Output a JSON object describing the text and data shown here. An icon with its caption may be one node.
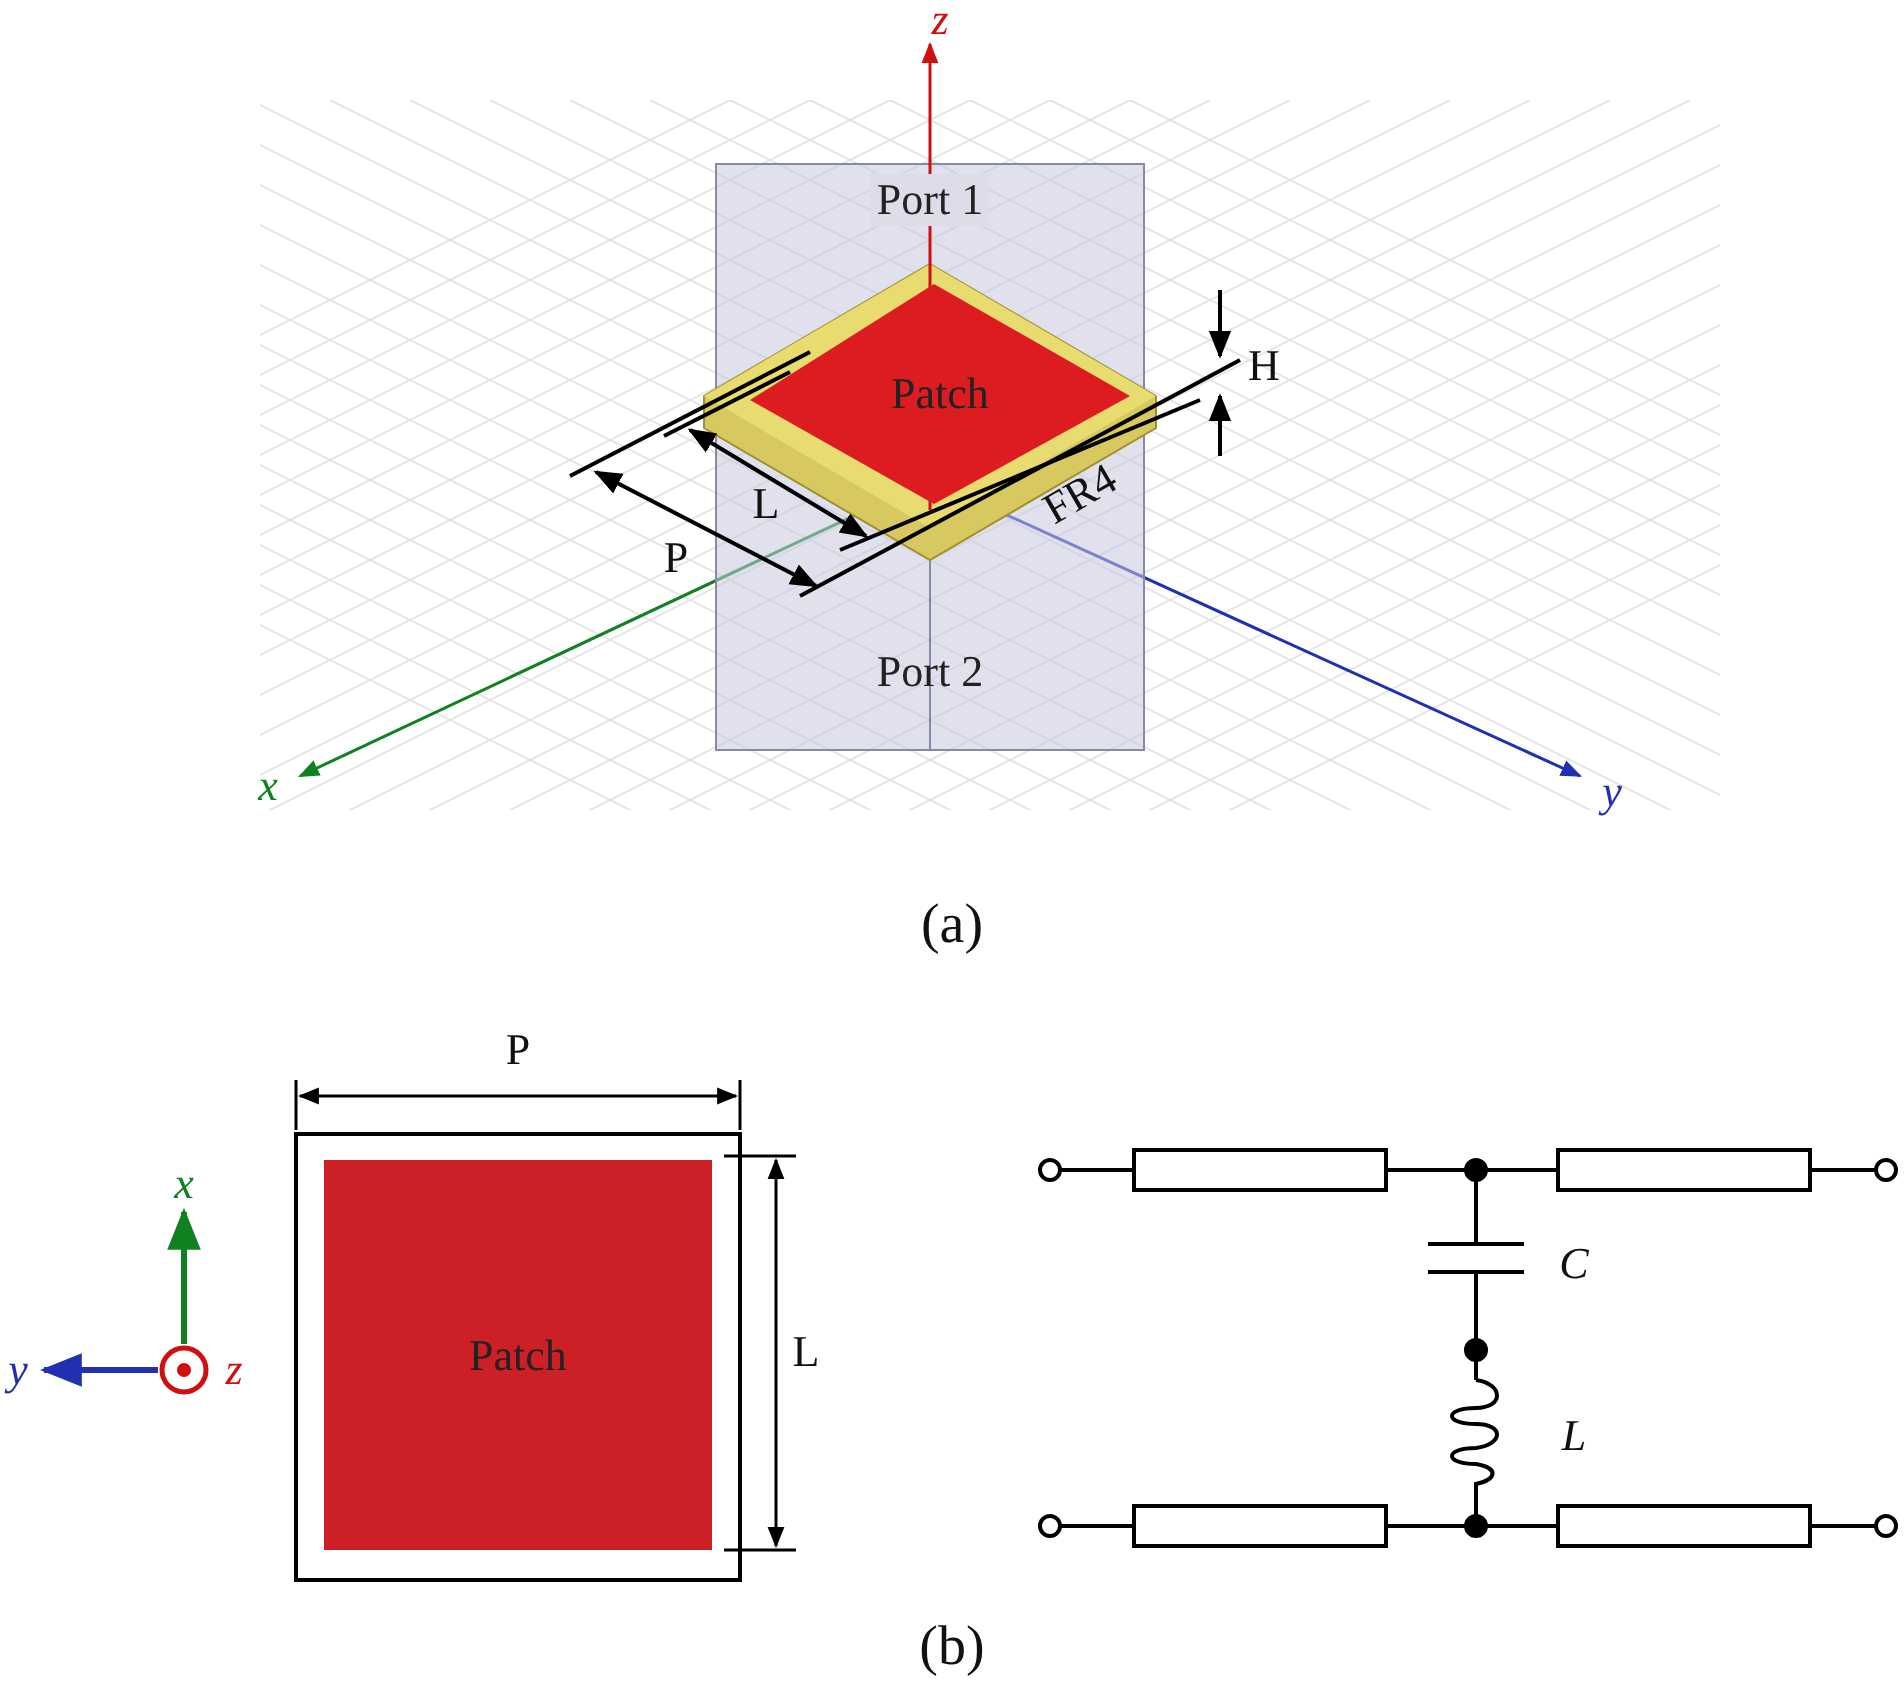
{
  "diagram": {
    "nodes": [
      {
        "text": [
          "Port 1"
        ]
      },
      {
        "text": [
          "Patch"
        ]
      },
      {
        "text": [
          "Port 2"
        ]
      },
      {
        "text": [
          "Patch"
        ]
      }
    ],
    "labels": [
      "z",
      "H",
      "FR4",
      "L",
      "P",
      "x",
      "y",
      "(a)",
      "P",
      "x",
      "y",
      "z",
      "L",
      "C",
      "L",
      "(b)"
    ]
  }
}
